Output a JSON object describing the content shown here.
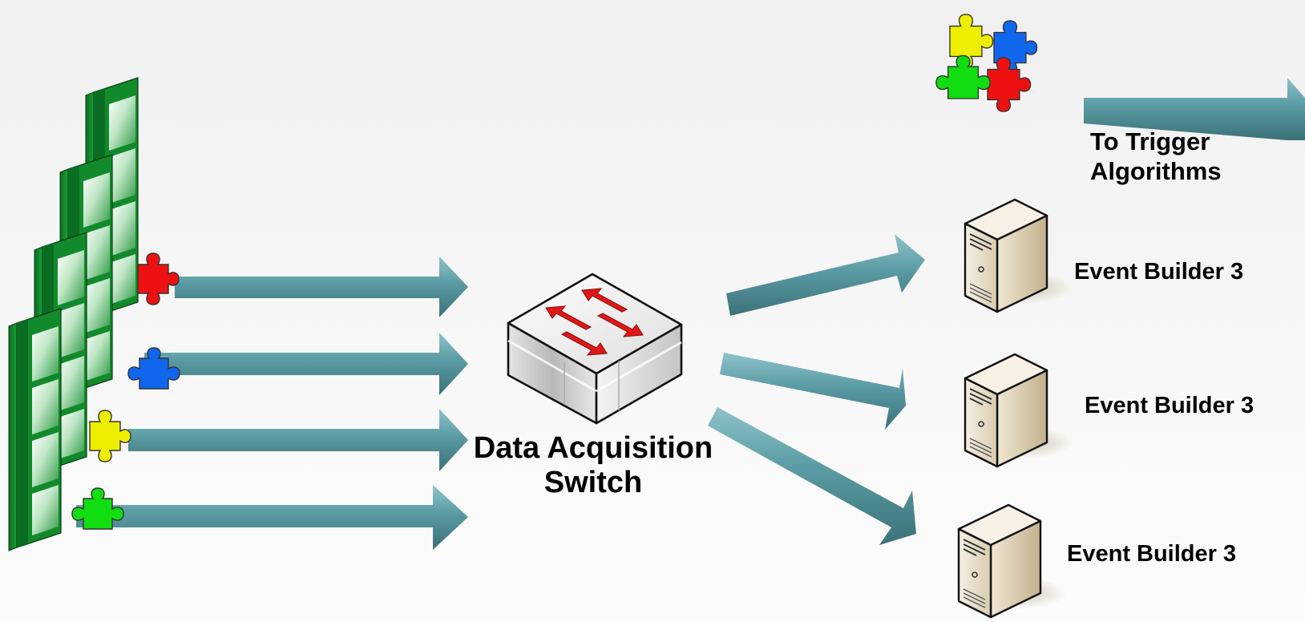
{
  "switch": {
    "label_line1": "Data Acquisition",
    "label_line2": "Switch"
  },
  "trigger": {
    "label_line1": "To Trigger",
    "label_line2": "Algorithms"
  },
  "event_builders": [
    {
      "label": "Event Builder 3"
    },
    {
      "label": "Event Builder 3"
    },
    {
      "label": "Event Builder 3"
    }
  ],
  "fragment_colors": [
    "#ee1111",
    "#1166ee",
    "#eeee00",
    "#11dd11"
  ],
  "colors": {
    "arrow": "#5a9aa3",
    "arrow_dark": "#3c7178",
    "detector_green": "#128a2c",
    "switch_arrows": "#e01818",
    "server_beige": "#e3dac4"
  },
  "icons": {
    "detector": "detector-module-icon",
    "puzzle": "puzzle-piece-icon",
    "switch": "network-switch-icon",
    "server": "server-tower-icon",
    "assembled_puzzle": "assembled-puzzle-icon"
  }
}
